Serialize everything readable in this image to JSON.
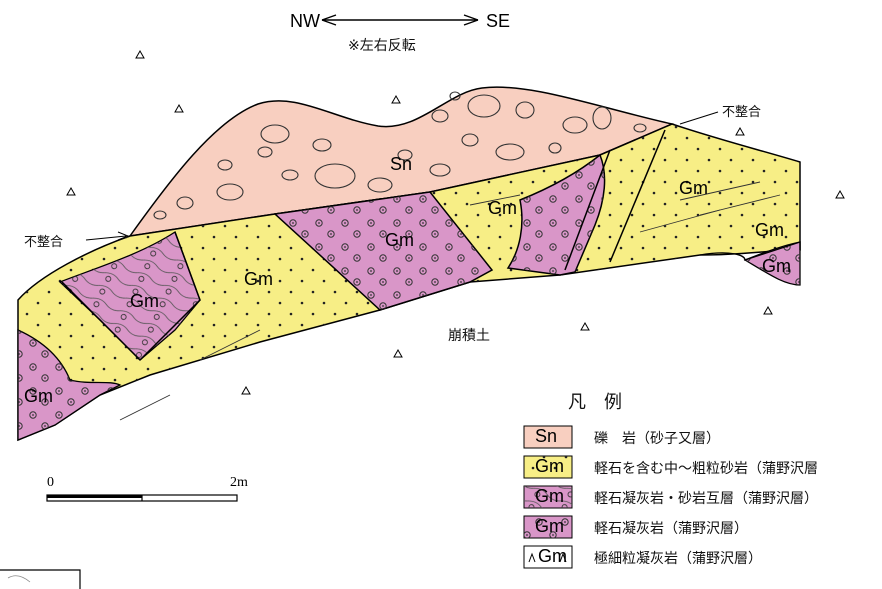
{
  "compass": {
    "left": "NW",
    "right": "SE",
    "note": "※左右反転"
  },
  "annotations": {
    "unconformity_left": "不整合",
    "unconformity_right": "不整合",
    "talus": "崩積土"
  },
  "unit_labels": {
    "sn": "Sn",
    "gm": "Gm"
  },
  "scale_bar": {
    "zero": "0",
    "max": "2m"
  },
  "legend": {
    "title": "凡　例",
    "items": [
      {
        "symbol": "Sn",
        "text": "礫　岩（砂子又層）",
        "color": "#f8cfc0"
      },
      {
        "symbol": "Gm",
        "text": "軽石を含む中～粗粒砂岩（蒲野沢層",
        "color": "#f7ee86"
      },
      {
        "symbol": "Gm",
        "text": "軽石凝灰岩・砂岩互層（蒲野沢層）",
        "color": "#d996c8"
      },
      {
        "symbol": "Gm",
        "text": "軽石凝灰岩（蒲野沢層）",
        "color": "#d996c8"
      },
      {
        "symbol": "Gm",
        "text": "極細粒凝灰岩（蒲野沢層）",
        "color": "#ffffff"
      }
    ]
  }
}
